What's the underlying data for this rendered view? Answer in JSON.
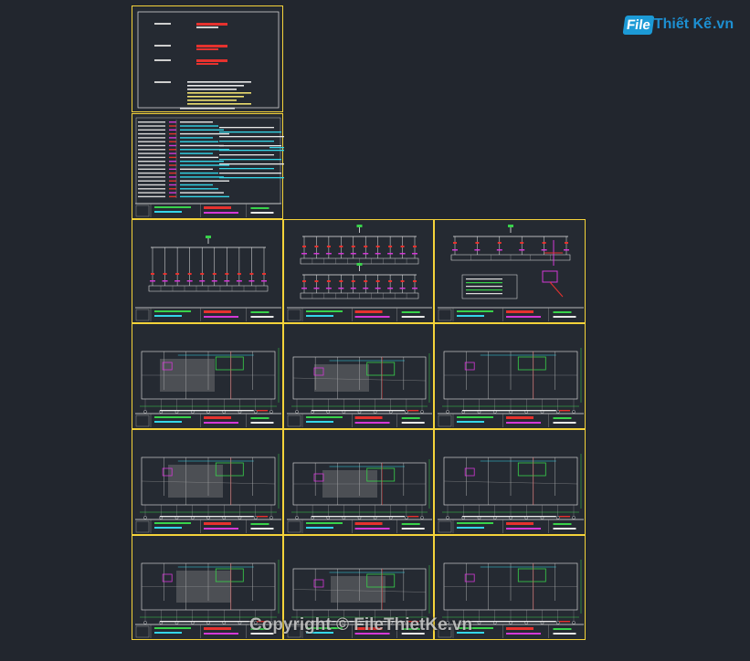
{
  "watermark": {
    "logo_prefix": "File",
    "logo_name": "Thiết Kế",
    "logo_suffix": ".vn",
    "copyright": "Copyright © FileThietKe.vn"
  },
  "colors": {
    "background": "#22262e",
    "sheet_border": "#f5d33a",
    "red_text": "#e6322e",
    "cyan_text": "#34d6e8",
    "green_line": "#38d24a",
    "magenta": "#d438d6",
    "white_line": "#e8e8e8"
  },
  "sheets": [
    {
      "id": "cover",
      "type": "cover"
    },
    {
      "id": "legend",
      "type": "legend"
    },
    {
      "id": "schematic-1",
      "type": "schematic"
    },
    {
      "id": "schematic-2",
      "type": "schematic"
    },
    {
      "id": "schematic-3",
      "type": "schematic"
    },
    {
      "id": "plan-1",
      "type": "plan"
    },
    {
      "id": "plan-2",
      "type": "plan"
    },
    {
      "id": "plan-3",
      "type": "plan"
    },
    {
      "id": "plan-4",
      "type": "plan"
    },
    {
      "id": "plan-5",
      "type": "plan"
    },
    {
      "id": "plan-6",
      "type": "plan"
    },
    {
      "id": "plan-7",
      "type": "plan"
    },
    {
      "id": "plan-8",
      "type": "plan"
    },
    {
      "id": "plan-9",
      "type": "plan"
    }
  ]
}
